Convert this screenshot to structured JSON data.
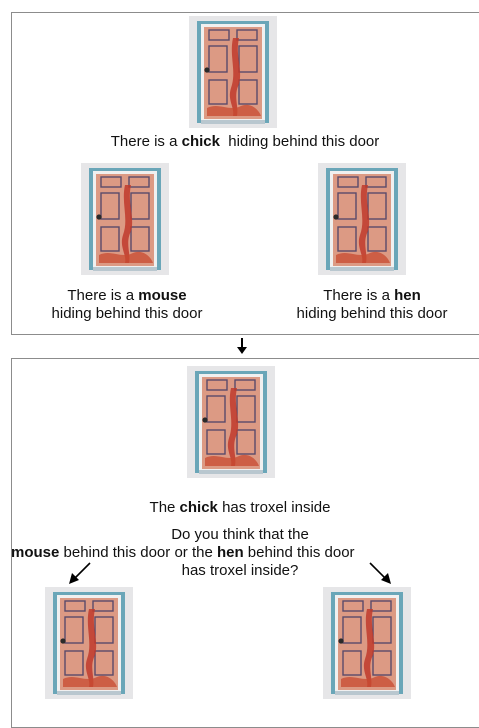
{
  "top": {
    "caption_main": {
      "pre": "There is a ",
      "bold": "chick",
      "post": " hiding behind this door"
    },
    "caption_left": {
      "pre": "There is a ",
      "bold": "mouse",
      "line2": "hiding behind this door"
    },
    "caption_right": {
      "pre": "There is a ",
      "bold": "hen",
      "line2": "hiding behind this door"
    }
  },
  "bottom": {
    "statement": {
      "pre": "The ",
      "bold": "chick",
      "post": " has troxel inside"
    },
    "question_line1": "Do you think that the",
    "question_line2": {
      "bold1": "mouse",
      "mid": " behind this door or the ",
      "bold2": "hen",
      "post": " behind this door"
    },
    "question_line3": "has troxel inside?"
  },
  "icons": {
    "door": "door-icon",
    "arrow": "arrow-icon"
  },
  "colors": {
    "door_frame": "#5f9fb3",
    "door_panel": "#d9907a",
    "door_stain": "#c0392b",
    "border": "#8c8c8c"
  }
}
